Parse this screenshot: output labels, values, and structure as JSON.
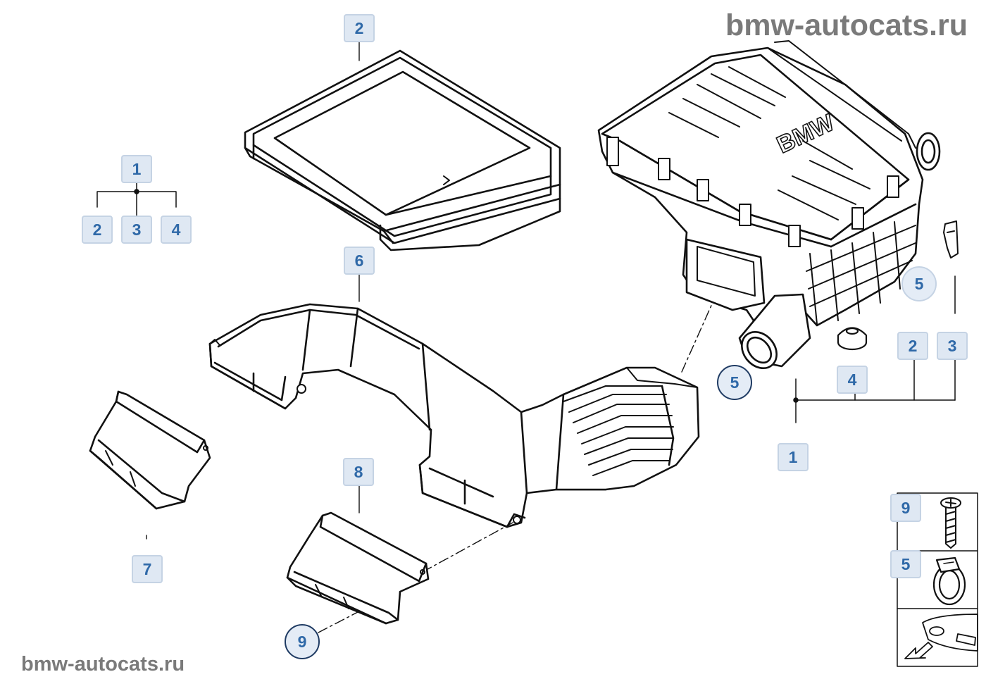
{
  "watermarks": {
    "top": "bmw-autocats.ru",
    "bottom": "bmw-autocats.ru"
  },
  "brand_emblem": "BMW",
  "callouts": {
    "filter_top": "2",
    "group_parent": "1",
    "group_a": "2",
    "group_b": "3",
    "group_c": "4",
    "duct_top": "6",
    "housing_clamp": "5",
    "housing_sub_a": "2",
    "housing_sub_b": "3",
    "housing_grommet": "4",
    "hose_clamp": "5",
    "housing_parent": "1",
    "left_scoop": "7",
    "front_scoop": "8",
    "front_screw": "9",
    "legend_screw": "9",
    "legend_clamp": "5"
  },
  "colors": {
    "line": "#111111",
    "callout_fill": "#dfe8f3",
    "callout_text": "#2f69a8",
    "watermark": "#7a7a7a"
  }
}
